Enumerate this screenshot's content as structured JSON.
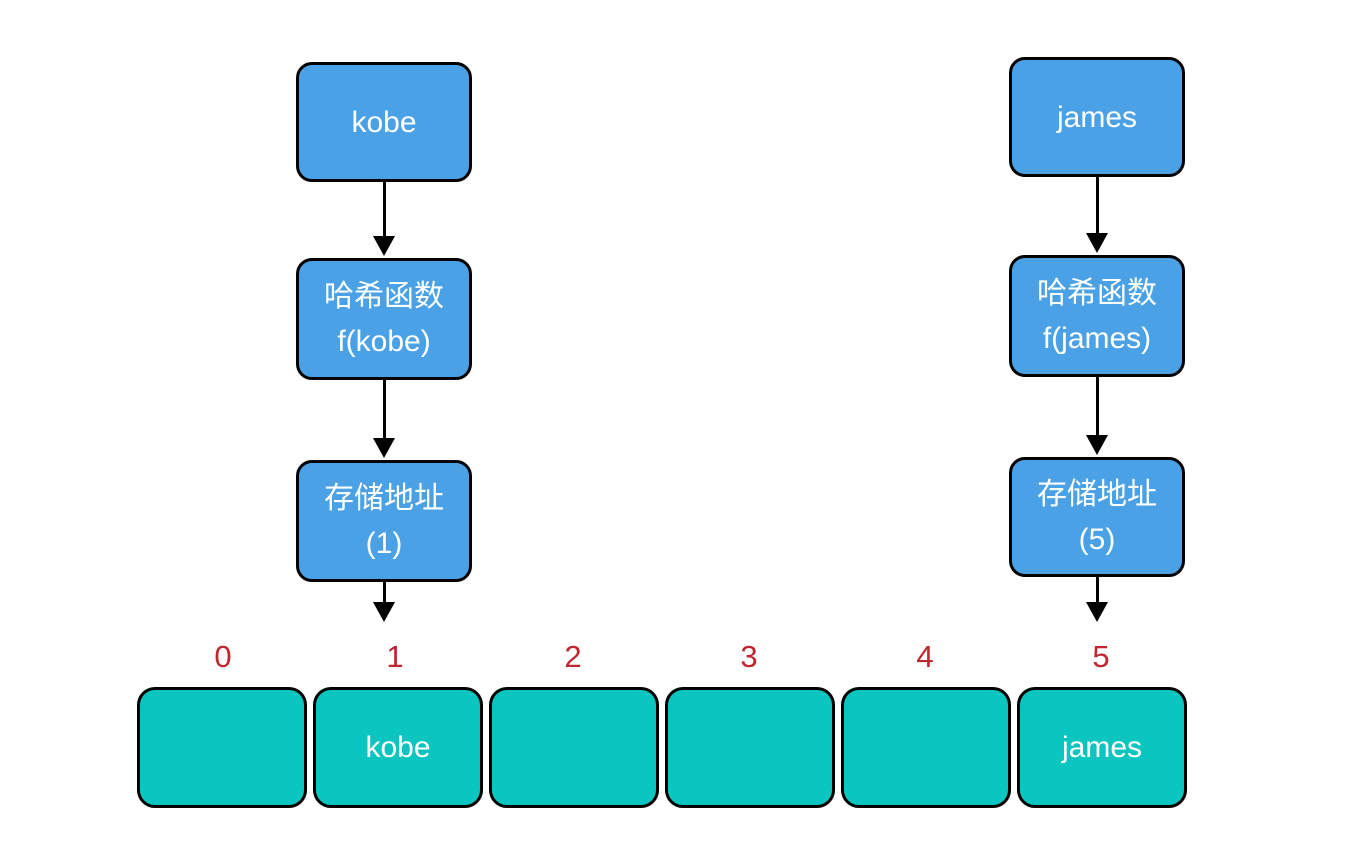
{
  "colors": {
    "node_blue": "#4aa1e6",
    "slot_teal": "#0bc5c0",
    "index_red": "#c02630",
    "outline_black": "#000000",
    "text_white": "#ffffff"
  },
  "flows": [
    {
      "key": "kobe",
      "hash_line1": "哈希函数",
      "hash_line2": "f(kobe)",
      "address_line1": "存储地址",
      "address_line2": "(1)"
    },
    {
      "key": "james",
      "hash_line1": "哈希函数",
      "hash_line2": "f(james)",
      "address_line1": "存储地址",
      "address_line2": "(5)"
    }
  ],
  "array": {
    "indices": [
      "0",
      "1",
      "2",
      "3",
      "4",
      "5"
    ],
    "slots": [
      "",
      "kobe",
      "",
      "",
      "",
      "james"
    ]
  }
}
